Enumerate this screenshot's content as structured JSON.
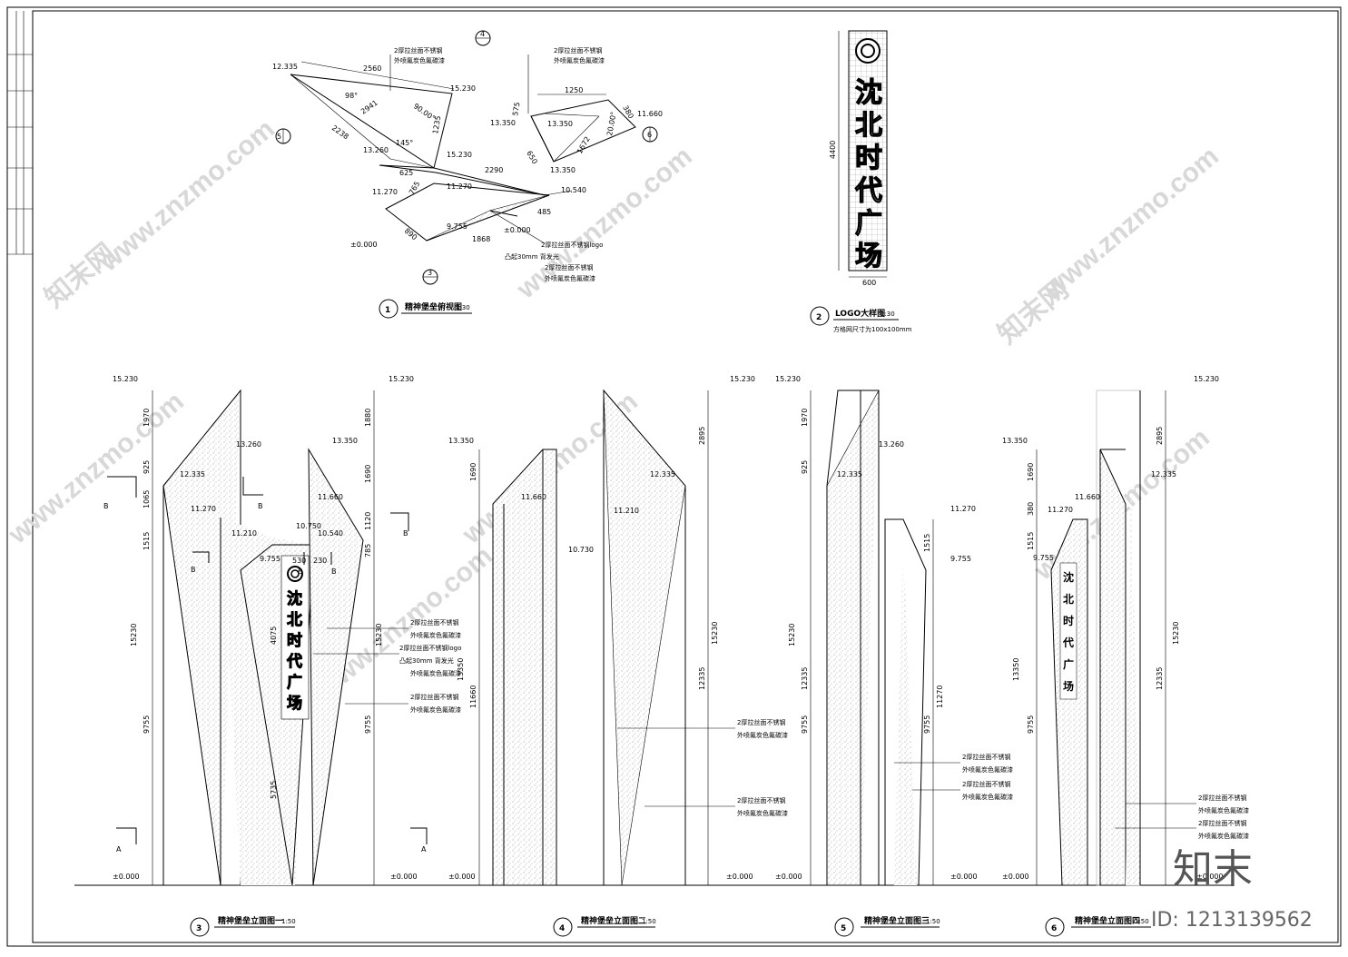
{
  "watermark": {
    "site": "www.znzmo.com",
    "brand_cn": "知末网"
  },
  "stamp": {
    "brand": "知末",
    "id_label": "ID: 1213139562"
  },
  "plan": {
    "levels": [
      "12.335",
      "15.230",
      "13.260",
      "15.230",
      "11.270",
      "11.270",
      "10.540",
      "9.755",
      "±0.000",
      "±0.000"
    ],
    "dims": [
      "2560",
      "2941",
      "98°",
      "90.00°",
      "1235",
      "2238",
      "145°",
      "625",
      "2290",
      "765",
      "890",
      "1868",
      "485"
    ],
    "notes": [
      "2厚拉丝面不锈钢",
      "外喷氟炭色氟碳漆",
      "2厚拉丝面不锈钢logo",
      "凸起30mm 背发光",
      "2厚拉丝面不锈钢",
      "外喷氟炭色氟碳漆"
    ],
    "markers": [
      "4",
      "5",
      "3"
    ],
    "caption_num": "1",
    "caption": "精神堡垒俯视图",
    "scale": "1:30"
  },
  "plan2": {
    "levels": [
      "13.350",
      "11.660",
      "13.350",
      "13.350"
    ],
    "dims": [
      "1250",
      "575",
      "380",
      "650",
      "1672",
      "20.00°"
    ],
    "notes": [
      "2厚拉丝面不锈钢",
      "外喷氟炭色氟碳漆"
    ],
    "markers": [
      "6"
    ]
  },
  "logo": {
    "chars": [
      "沈",
      "北",
      "时",
      "代",
      "广",
      "场"
    ],
    "height_dim": "4400",
    "width_dim": "600",
    "caption_num": "2",
    "caption": "LOGO大样图",
    "scale": "1:30",
    "sub": "方格网尺寸为100x100mm"
  },
  "elev1": {
    "caption_num": "3",
    "caption": "精神堡垒立面图一",
    "scale": "1:50",
    "levels": [
      "15.230",
      "13.260",
      "12.335",
      "11.270",
      "11.210",
      "10.750",
      "10.540",
      "9.755",
      "13.350",
      "11.660",
      "15.230",
      "±0.000",
      "±0.000"
    ],
    "dims_left": [
      "1970",
      "925",
      "1065",
      "1515",
      "15230",
      "9755"
    ],
    "dims_right": [
      "1880",
      "1690",
      "1120",
      "785",
      "15230",
      "9755"
    ],
    "dims_mid": [
      "530",
      "230",
      "4075",
      "5735"
    ],
    "notes": [
      "2厚拉丝面不锈钢",
      "外喷氟炭色氟碳漆",
      "2厚拉丝面不锈钢logo",
      "凸起30mm 背发光",
      "外喷氟炭色氟碳漆",
      "2厚拉丝面不锈钢",
      "外喷氟炭色氟碳漆"
    ],
    "sections": [
      "B",
      "B",
      "B",
      "B",
      "B",
      "B",
      "A",
      "A"
    ]
  },
  "elev2": {
    "caption_num": "4",
    "caption": "精神堡垒立面图二",
    "scale": "1:50",
    "levels": [
      "13.350",
      "11.660",
      "11.210",
      "10.730",
      "12.335",
      "15.230",
      "±0.000",
      "±0.000"
    ],
    "dims_left": [
      "1690",
      "13350",
      "11660"
    ],
    "dims_right": [
      "2895",
      "15230",
      "12335"
    ],
    "notes": [
      "2厚拉丝面不锈钢",
      "外喷氟炭色氟碳漆",
      "2厚拉丝面不锈钢",
      "外喷氟炭色氟碳漆"
    ]
  },
  "elev3": {
    "caption_num": "5",
    "caption": "精神堡垒立面图三",
    "scale": "1:50",
    "levels": [
      "15.230",
      "13.260",
      "12.335",
      "11.270",
      "9.755",
      "±0.000",
      "±0.000"
    ],
    "dims_left": [
      "1970",
      "925",
      "15230",
      "12335",
      "9755"
    ],
    "dims_right": [
      "1515",
      "9755",
      "11270"
    ],
    "notes": [
      "2厚拉丝面不锈钢",
      "外喷氟炭色氟碳漆",
      "2厚拉丝面不锈钢",
      "外喷氟炭色氟碳漆"
    ]
  },
  "elev4": {
    "caption_num": "6",
    "caption": "精神堡垒立面图四",
    "scale": "1:50",
    "levels": [
      "13.350",
      "11.660",
      "11.270",
      "9.755",
      "15.230",
      "12.335",
      "±0.000",
      "±0.000"
    ],
    "dims_left": [
      "1690",
      "380",
      "1515",
      "13350",
      "9755"
    ],
    "dims_right": [
      "2895",
      "15230",
      "12335"
    ],
    "notes": [
      "2厚拉丝面不锈钢",
      "外喷氟炭色氟碳漆",
      "2厚拉丝面不锈钢",
      "外喷氟炭色氟碳漆"
    ]
  }
}
